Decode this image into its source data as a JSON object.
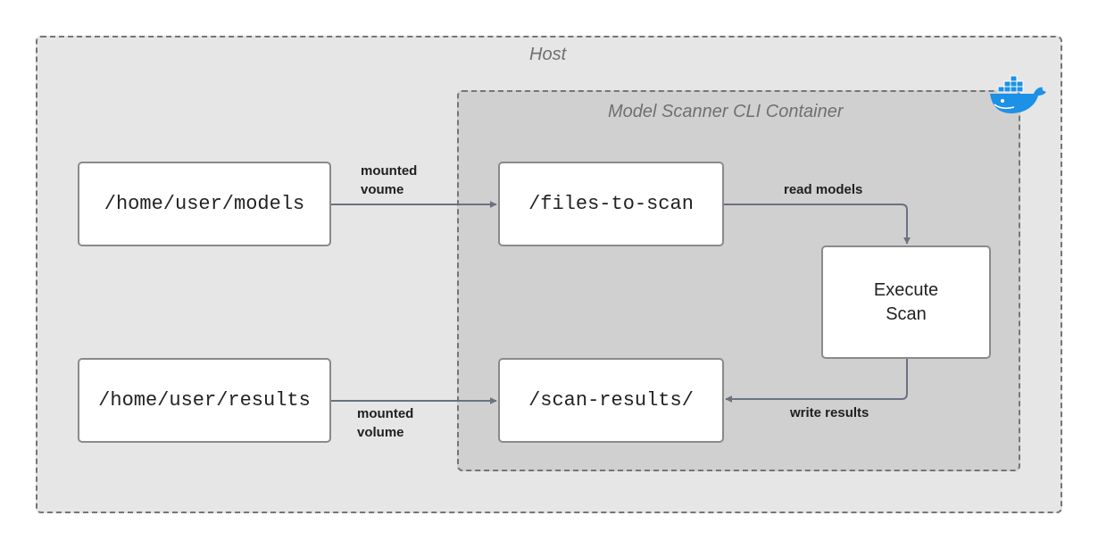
{
  "diagram": {
    "regions": {
      "host": {
        "label": "Host"
      },
      "container": {
        "label": "Model Scanner CLI Container"
      }
    },
    "nodes": {
      "host_models": {
        "label": "/home/user/models"
      },
      "host_results": {
        "label": "/home/user/results"
      },
      "files_to_scan": {
        "label": "/files-to-scan"
      },
      "scan_results": {
        "label": "/scan-results/"
      },
      "execute_scan": {
        "label": "Execute\nScan"
      }
    },
    "edges": [
      {
        "from": "host_models",
        "to": "files_to_scan",
        "label": "mounted\nvoume"
      },
      {
        "from": "files_to_scan",
        "to": "execute_scan",
        "label": "read models"
      },
      {
        "from": "execute_scan",
        "to": "scan_results",
        "label": "write results"
      },
      {
        "from": "host_results",
        "to": "scan_results",
        "label": "mounted\nvolume"
      }
    ],
    "icons": {
      "container_logo": "docker-whale-icon"
    },
    "colors": {
      "host_fill": "#e6e6e6",
      "container_fill": "#d0d0d0",
      "border": "#757575",
      "arrow": "#6b7280",
      "docker_blue": "#1d91e6"
    }
  }
}
